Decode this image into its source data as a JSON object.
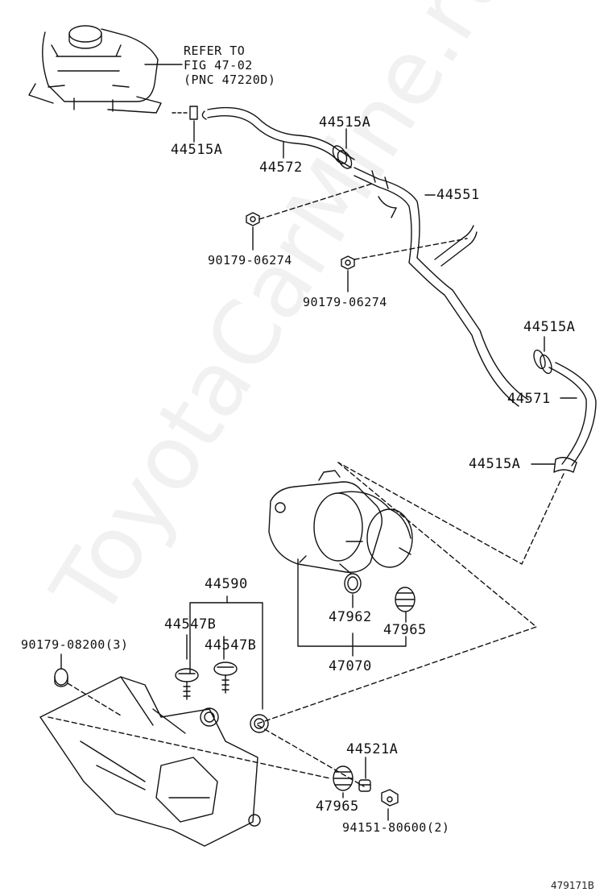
{
  "watermark": "ToyotaCarMine.ru",
  "figure_id": "479171B",
  "reference_note": {
    "line1": "REFER TO",
    "line2": "FIG 47-02",
    "line3": "(PNC 47220D)"
  },
  "labels": {
    "clamp_top_right": "44515A",
    "clamp_top_left": "44515A",
    "hose_44572": "44572",
    "pipe_44551": "44551",
    "nut_1": "90179-06274",
    "nut_2": "90179-06274",
    "clamp_mid": "44515A",
    "hose_44571": "44571",
    "clamp_lower": "44515A",
    "bracket_44590": "44590",
    "bolt_44547b_a": "44547B",
    "bolt_44547b_b": "44547B",
    "nut_90179_08200": "90179-08200(3)",
    "ring_47962": "47962",
    "cushion_47965_a": "47965",
    "assy_47070": "47070",
    "clamp_44521a": "44521A",
    "cushion_47965_b": "47965",
    "nut_94151": "94151-80600(2)"
  }
}
